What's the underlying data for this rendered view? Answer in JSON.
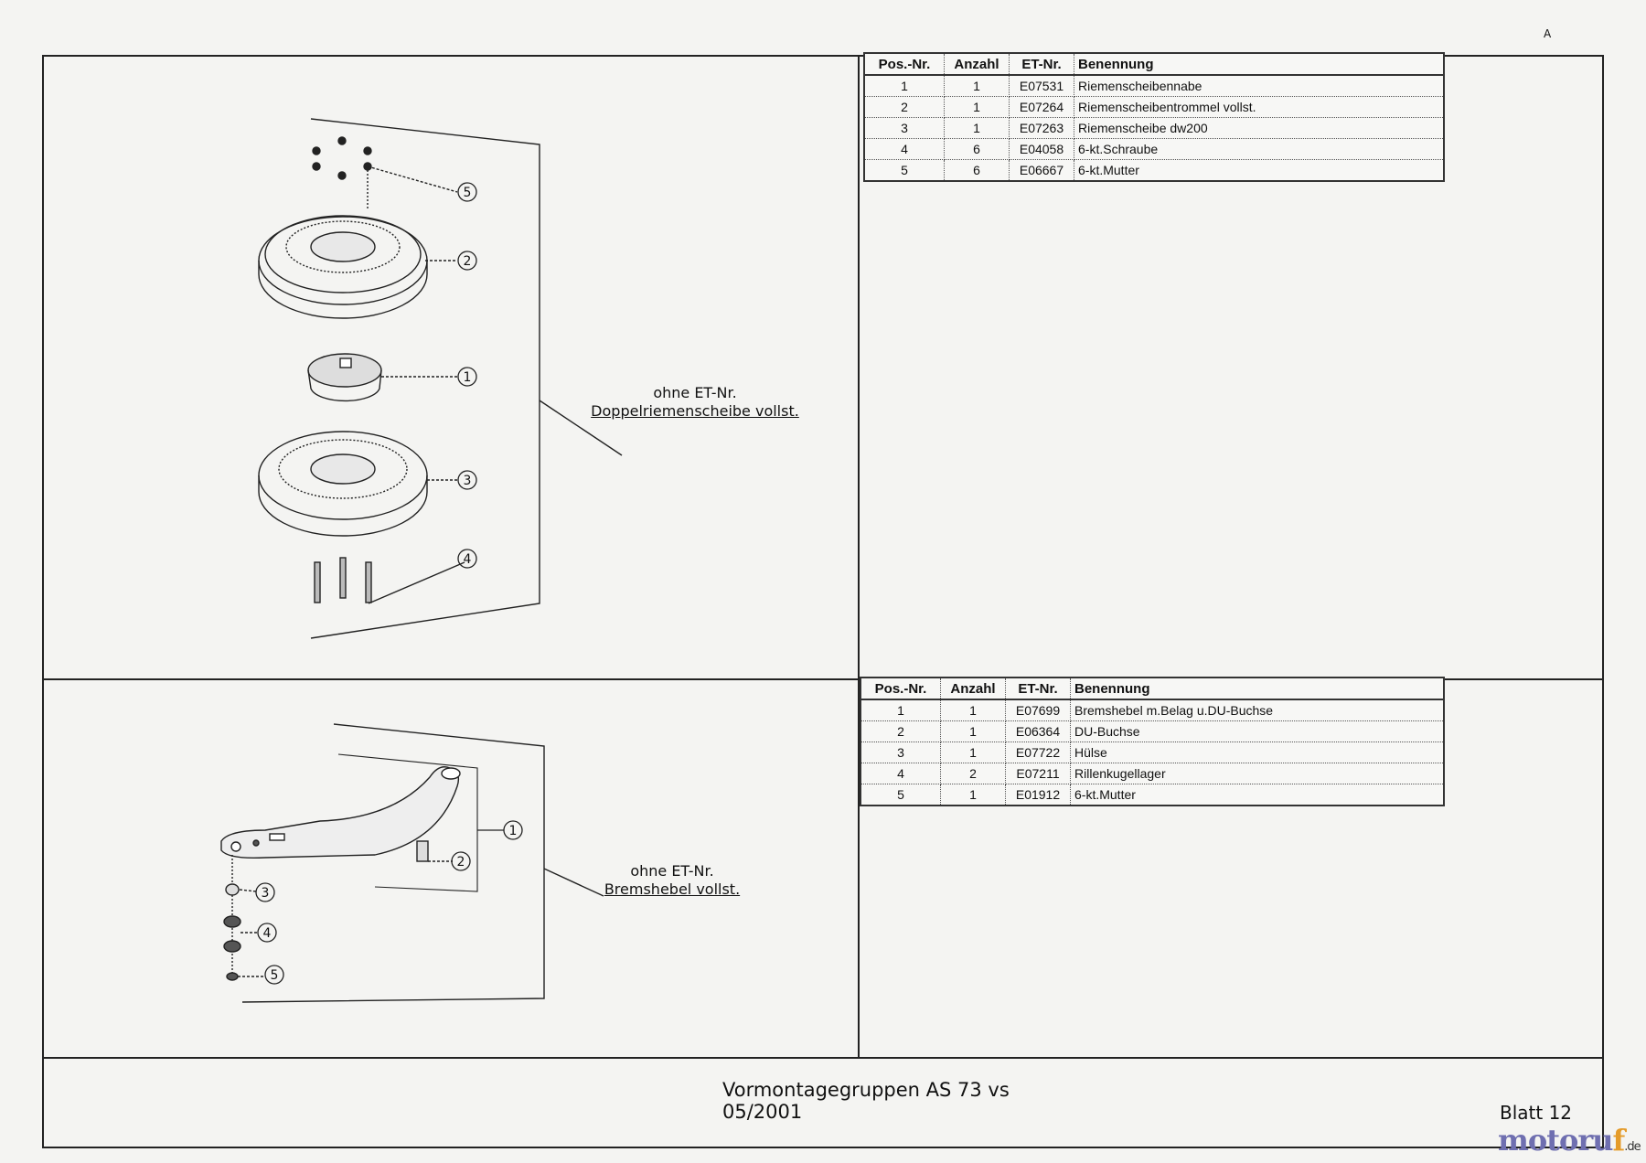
{
  "corner_mark": "A",
  "table_headers": [
    "Pos.-Nr.",
    "Anzahl",
    "ET-Nr.",
    "Benennung"
  ],
  "group1": {
    "label_line1": "ohne ET-Nr.",
    "label_line2": "Doppelriemenscheibe vollst.",
    "callouts": [
      "1",
      "2",
      "3",
      "4",
      "5"
    ],
    "rows": [
      {
        "pos": "1",
        "anzahl": "1",
        "et": "E07531",
        "name": "Riemenscheibennabe"
      },
      {
        "pos": "2",
        "anzahl": "1",
        "et": "E07264",
        "name": "Riemenscheibentrommel vollst."
      },
      {
        "pos": "3",
        "anzahl": "1",
        "et": "E07263",
        "name": "Riemenscheibe dw200"
      },
      {
        "pos": "4",
        "anzahl": "6",
        "et": "E04058",
        "name": "6-kt.Schraube"
      },
      {
        "pos": "5",
        "anzahl": "6",
        "et": "E06667",
        "name": "6-kt.Mutter"
      }
    ]
  },
  "group2": {
    "label_line1": "ohne ET-Nr.",
    "label_line2": "Bremshebel vollst.",
    "callouts": [
      "1",
      "2",
      "3",
      "4",
      "5"
    ],
    "rows": [
      {
        "pos": "1",
        "anzahl": "1",
        "et": "E07699",
        "name": "Bremshebel m.Belag u.DU-Buchse"
      },
      {
        "pos": "2",
        "anzahl": "1",
        "et": "E06364",
        "name": "DU-Buchse"
      },
      {
        "pos": "3",
        "anzahl": "1",
        "et": "E07722",
        "name": "Hülse"
      },
      {
        "pos": "4",
        "anzahl": "2",
        "et": "E07211",
        "name": "Rillenkugellager"
      },
      {
        "pos": "5",
        "anzahl": "1",
        "et": "E01912",
        "name": "6-kt.Mutter"
      }
    ]
  },
  "title_line1": "Vormontagegruppen AS 73 vs",
  "title_line2": "05/2001",
  "sheet_number": "Blatt 12",
  "watermark": {
    "main": "motoru",
    "accent": "f",
    "tld": ".de"
  }
}
